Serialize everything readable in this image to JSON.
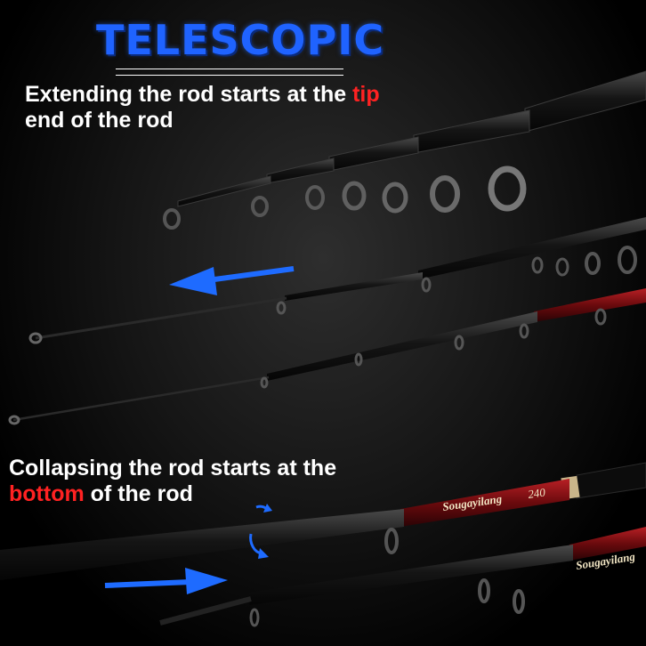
{
  "title": "TELESCOPIC",
  "caption_top": {
    "pre": "Extending the rod starts at the ",
    "highlight": "tip",
    "line2": "end of the rod"
  },
  "caption_bottom": {
    "line1": "Collapsing the rod starts at the",
    "highlight": "bottom",
    "post": " of the rod"
  },
  "brand_label": "Sougayilang",
  "rod_length": "240",
  "colors": {
    "title_blue": "#1f63ff",
    "accent_red": "#ff2222",
    "arrow_blue": "#1e6bff",
    "rod_red": "#8a0f12",
    "background": "#000000"
  }
}
